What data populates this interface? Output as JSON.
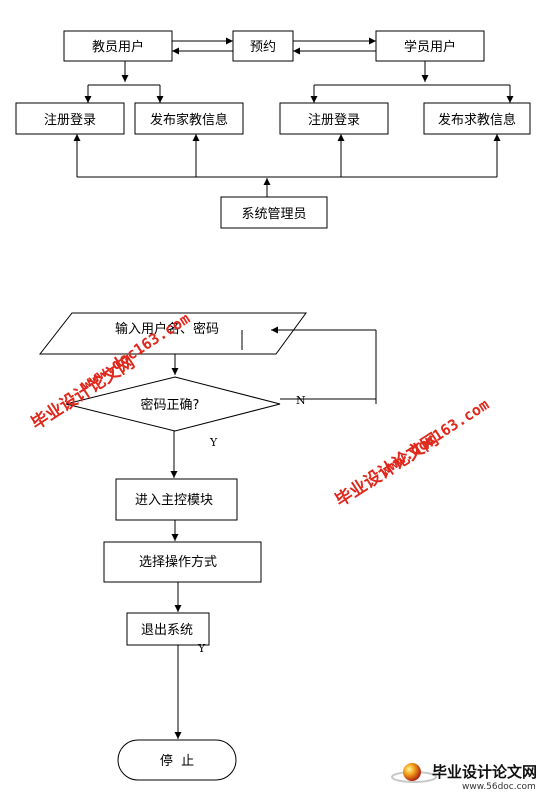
{
  "diagram1": {
    "teacher_user": "教员用户",
    "appointment": "预约",
    "student_user": "学员用户",
    "register_login_left": "注册登录",
    "publish_tutor_info": "发布家教信息",
    "register_login_right": "注册登录",
    "publish_request_info": "发布求教信息",
    "system_admin": "系统管理员"
  },
  "flowchart": {
    "input_credentials": "输入用户名、密码",
    "password_correct": "密码正确?",
    "no_label": "N",
    "yes_label_1": "Y",
    "enter_main_module": "进入主控模块",
    "choose_operation": "选择操作方式",
    "exit_system": "退出系统",
    "yes_label_2": "Y",
    "stop": "停  止"
  },
  "watermarks": {
    "left_cn": "毕业设计论文网",
    "left_url": "www.doc163.com",
    "right_cn": "毕业设计论文网",
    "right_url": "www.doc163.com"
  },
  "footer_logo": {
    "title": "毕业设计论文网",
    "url": "www.56doc.com"
  },
  "colors": {
    "watermark": "#e0281c",
    "stroke": "#000000"
  }
}
